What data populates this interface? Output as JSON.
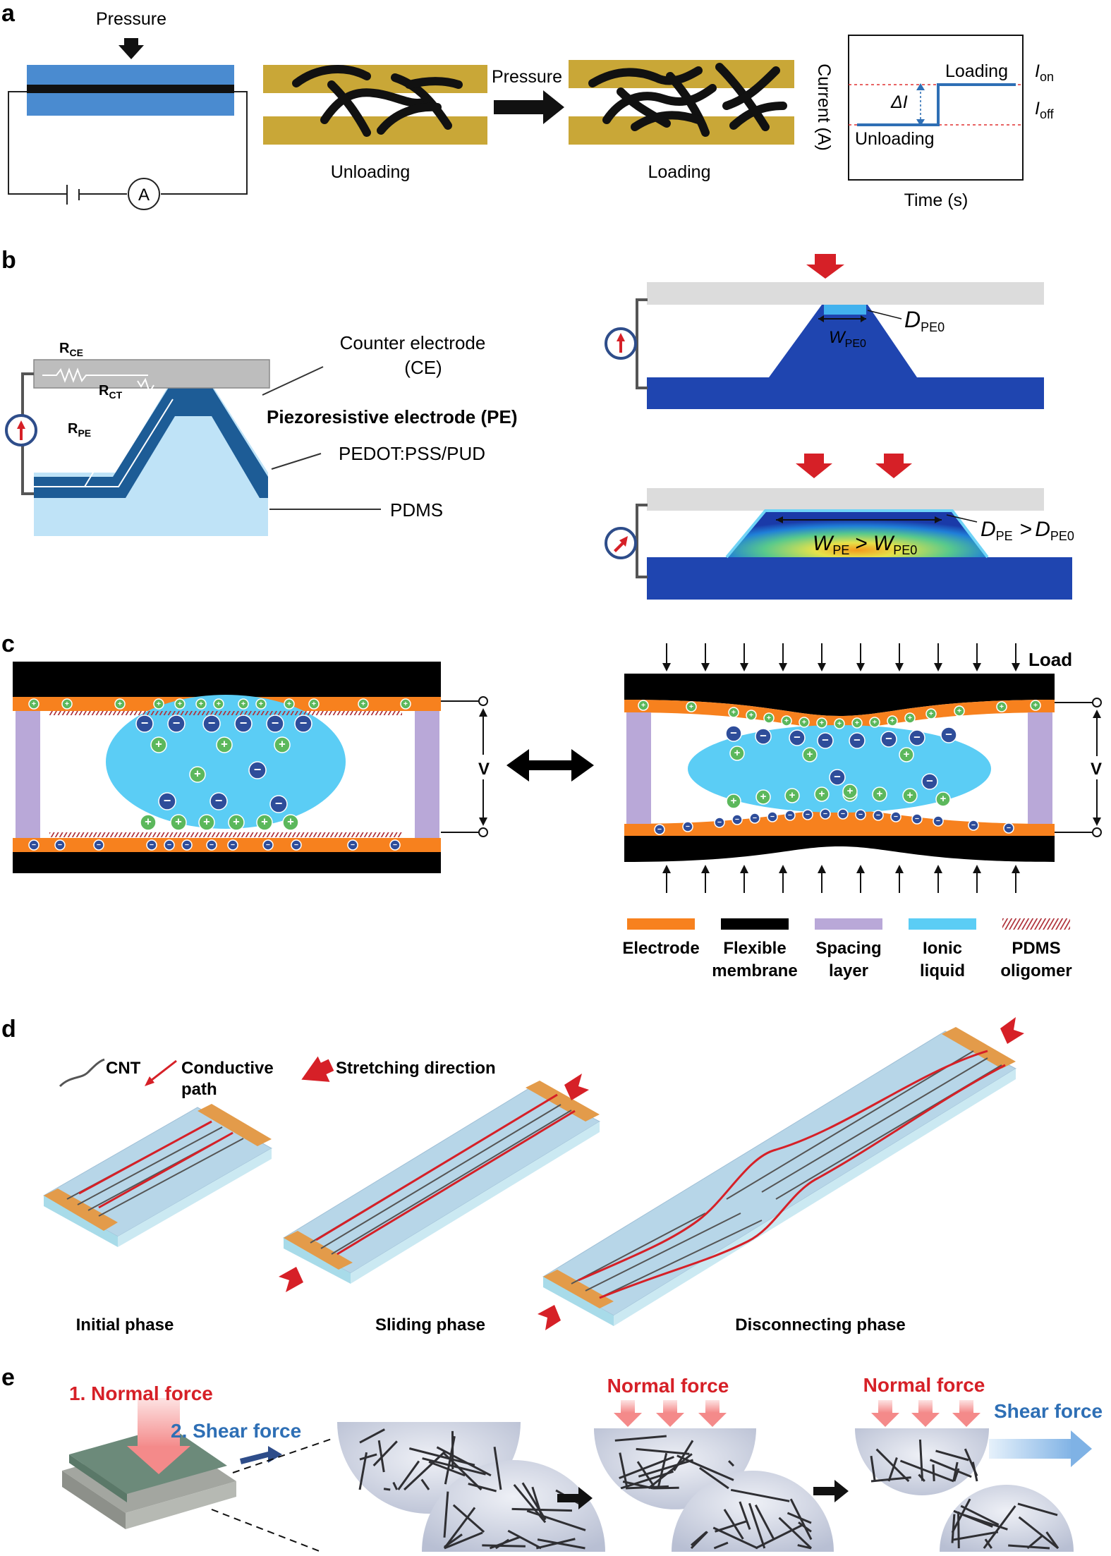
{
  "panels": {
    "a": {
      "letter": "a",
      "pressure_label": "Pressure",
      "ammeter_symbol": "A",
      "unloading": "Unloading",
      "loading": "Loading",
      "arrow_pressure": "Pressure",
      "graph": {
        "ylabel": "Current (A)",
        "xlabel": "Time (s)",
        "loading": "Loading",
        "unloading": "Unloading",
        "delta": "ΔI",
        "i_on": "I",
        "i_on_sub": "on",
        "i_off": "I",
        "i_off_sub": "off"
      }
    },
    "b": {
      "letter": "b",
      "r_ce": "R",
      "r_ce_sub": "CE",
      "r_ct": "R",
      "r_ct_sub": "CT",
      "r_pe": "R",
      "r_pe_sub": "PE",
      "counter_electrode": "Counter electrode",
      "ce": "(CE)",
      "piezo_electrode": "Piezoresistive electrode (PE)",
      "pedot": "PEDOT:PSS/PUD",
      "pdms": "PDMS",
      "top_w": "W",
      "top_w_sub": "PE0",
      "top_d": "D",
      "top_d_sub": "PE0",
      "bot_w": "W",
      "bot_w_sub": "PE",
      "bot_gt": ">",
      "bot_w0": "W",
      "bot_w0_sub": "PE0",
      "bot_d": "D",
      "bot_d_sub": "PE",
      "bot_gt2": ">",
      "bot_d0": "D",
      "bot_d0_sub": "PE0"
    },
    "c": {
      "letter": "c",
      "v_left": "V",
      "v_right": "V",
      "load": "Load",
      "plus": "+",
      "minus": "−",
      "legend": [
        {
          "line1": "Electrode",
          "line2": "",
          "color": "#f7811e"
        },
        {
          "line1": "Flexible",
          "line2": "membrane",
          "color": "#000000"
        },
        {
          "line1": "Spacing",
          "line2": "layer",
          "color": "#b9a8d8"
        },
        {
          "line1": "Ionic",
          "line2": "liquid",
          "color": "#5bcdf5"
        },
        {
          "line1": "PDMS",
          "line2": "oligomer",
          "color": "#b0343c"
        }
      ]
    },
    "d": {
      "letter": "d",
      "cnt": "CNT",
      "conductive": "Conductive",
      "path": "path",
      "stretching": "Stretching direction",
      "initial": "Initial phase",
      "sliding": "Sliding phase",
      "disconnecting": "Disconnecting phase"
    },
    "e": {
      "letter": "e",
      "normal1": "1. Normal force",
      "shear2": "2. Shear force",
      "normal_b": "Normal force",
      "normal_c": "Normal force",
      "shear_c": "Shear force"
    }
  },
  "colors": {
    "red": "#d62027",
    "blue": "#2e6fb5",
    "gold": "#c9a737",
    "film": "#4a8bd0",
    "navy": "#1d4fa0",
    "orange": "#f7811e",
    "lightblue": "#5bcdf5",
    "purple": "#b9a8d8"
  }
}
